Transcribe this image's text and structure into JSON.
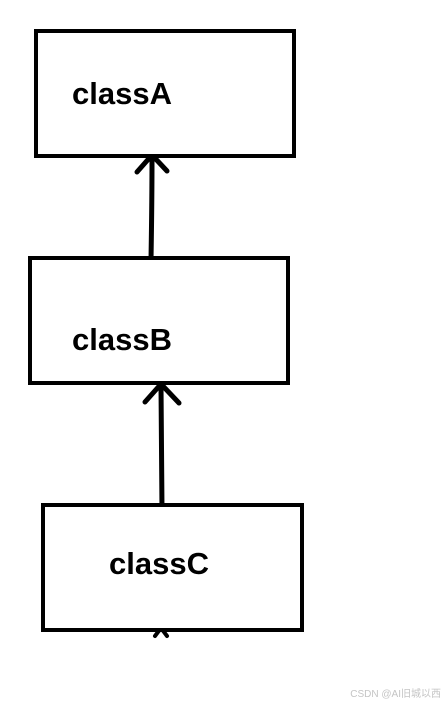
{
  "diagram": {
    "nodes": [
      {
        "id": "classA",
        "label": "classA"
      },
      {
        "id": "classB",
        "label": "classB"
      },
      {
        "id": "classC",
        "label": "classC"
      }
    ],
    "edges": [
      {
        "from": "classB",
        "to": "classA",
        "arrow": "open"
      },
      {
        "from": "classC",
        "to": "classB",
        "arrow": "open"
      }
    ],
    "colors": {
      "stroke": "#000000",
      "background": "#ffffff"
    }
  },
  "watermark": "CSDN @AI旧城以西"
}
